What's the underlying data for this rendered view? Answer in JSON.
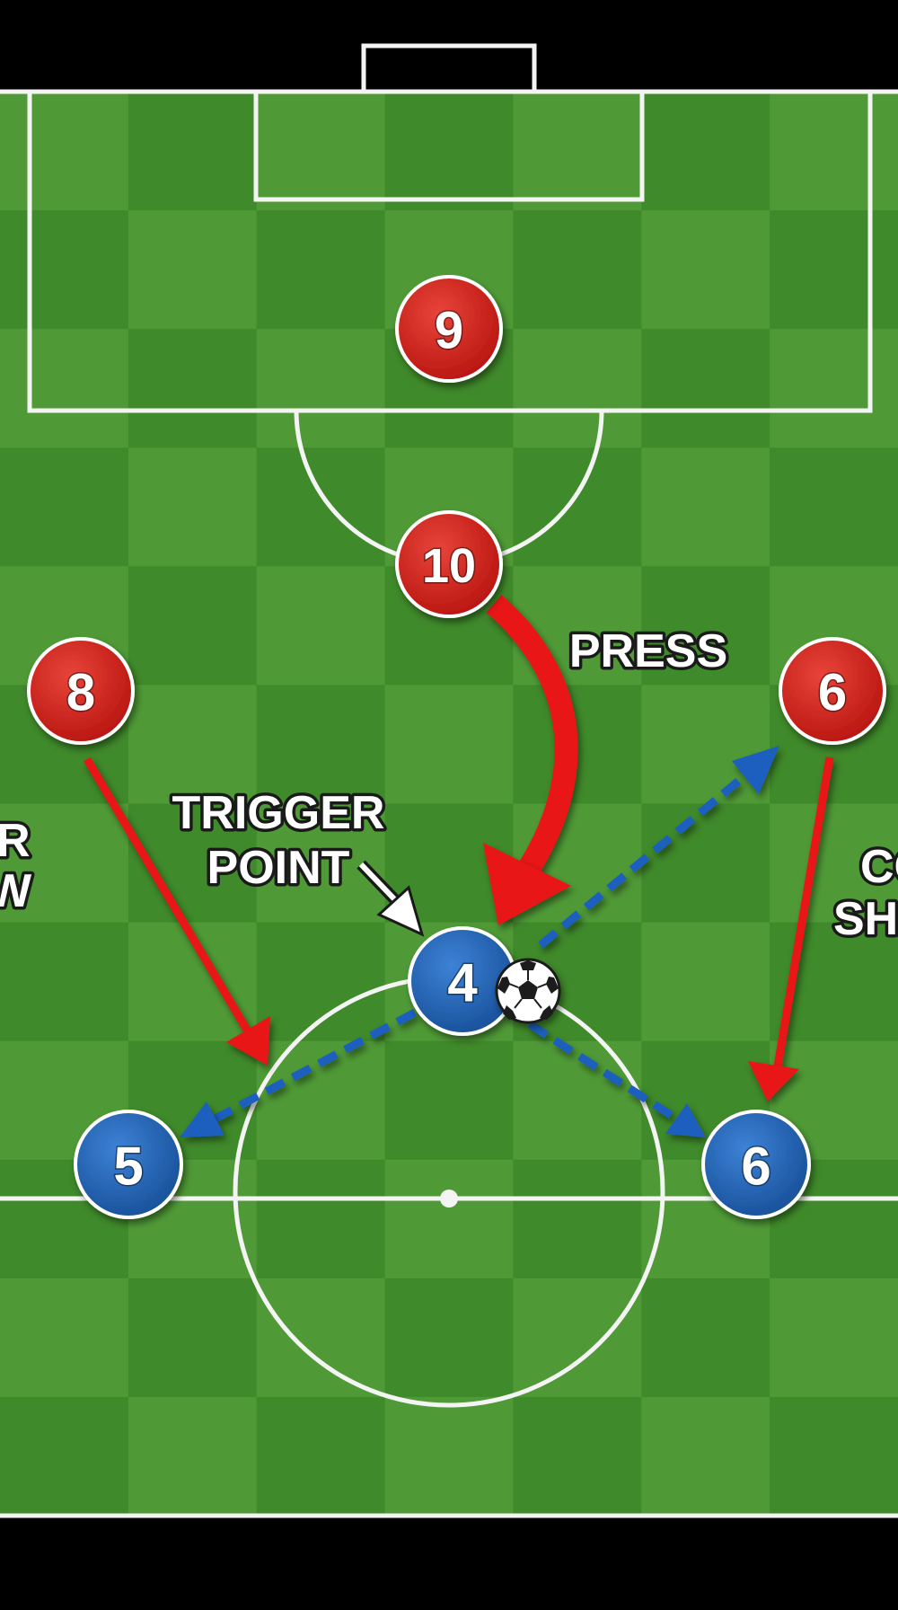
{
  "colors": {
    "grass_light": "#4f9a36",
    "grass_dark": "#3f8a2a",
    "line": "#f4f4f4",
    "red_player": "#d7231f",
    "blue_player": "#2266b8",
    "red_arrow": "#e81515",
    "blue_pass": "#1d5fbf"
  },
  "labels": {
    "press": "PRESS",
    "trigger_line1": "TRIGGER",
    "trigger_line2": "POINT",
    "left_partial_1": "R",
    "left_partial_2": "W",
    "right_partial_1": "CO",
    "right_partial_2": "SHA"
  },
  "red_players": [
    {
      "number": "9"
    },
    {
      "number": "10"
    },
    {
      "number": "8"
    },
    {
      "number": "6"
    }
  ],
  "blue_players": [
    {
      "number": "4"
    },
    {
      "number": "5"
    },
    {
      "number": "6"
    }
  ],
  "ball": {
    "icon": "soccer-ball-icon"
  }
}
